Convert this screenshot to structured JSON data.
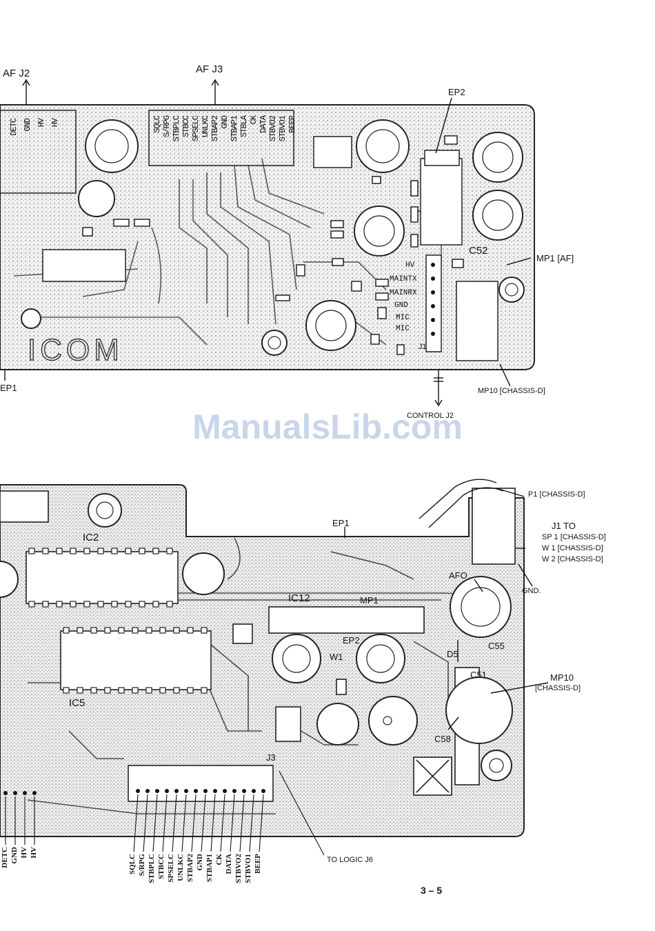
{
  "watermark": "ManualsLib.com",
  "page_number": "3 – 5",
  "top_board": {
    "connectors": {
      "af_j2": "AF J2",
      "af_j3": "AF J3",
      "ep2": "EP2",
      "ep1": "EP1",
      "mp1": "MP1 [AF]",
      "mp10": "MP10 [CHASSIS-D]",
      "control_j2": "CONTROL J2",
      "c52": "C52",
      "brand": "ICOM",
      "j1": "J1"
    },
    "j3_pins": [
      "SQLC",
      "S/RPG",
      "STBPLC",
      "STBCC",
      "SPSELC",
      "UNLKC",
      "STBAP2",
      "GND",
      "STBAP1",
      "STBLA",
      "CK",
      "DATA",
      "STBVO2",
      "STBVO1",
      "BEEP"
    ],
    "j2_pins": [
      "DETC",
      "GND",
      "HV",
      "HV"
    ],
    "j1_pins": [
      "HV",
      "MAINTX",
      "MAINRX",
      "GND",
      "MIC",
      "MIC"
    ]
  },
  "bottom_board": {
    "labels": {
      "p1": "P1 [CHASSIS-D]",
      "j1_to": "J1  TO",
      "sp1": "SP 1 [CHASSIS-D]",
      "w1": "W 1 [CHASSIS-D]",
      "w2": "W 2 [CHASSIS-D]",
      "gnd": "GND.",
      "afo": "AFO",
      "ep1": "EP1",
      "ep2": "EP2",
      "ic2": "IC2",
      "ic5": "IC5",
      "ic12": "IC12",
      "mp1": "MP1",
      "w1_board": "W1",
      "c55": "C55",
      "c51": "C51",
      "c58": "C58",
      "d5": "D5",
      "mp10": "MP10",
      "chassis_d": "[CHASSIS-D]",
      "j3": "J3",
      "to_logic": "TO LOGIC J6"
    },
    "j3_pins": [
      "SQLC",
      "S/RPG",
      "STBPLC",
      "STBCC",
      "SPSELC",
      "UNLKC",
      "STBAP2",
      "GND",
      "STBAP1",
      "CK",
      "DATA",
      "STBVO2",
      "STBVO1",
      "BEEP"
    ],
    "j2_pins": [
      "DETC",
      "GND",
      "HV",
      "HV"
    ]
  }
}
